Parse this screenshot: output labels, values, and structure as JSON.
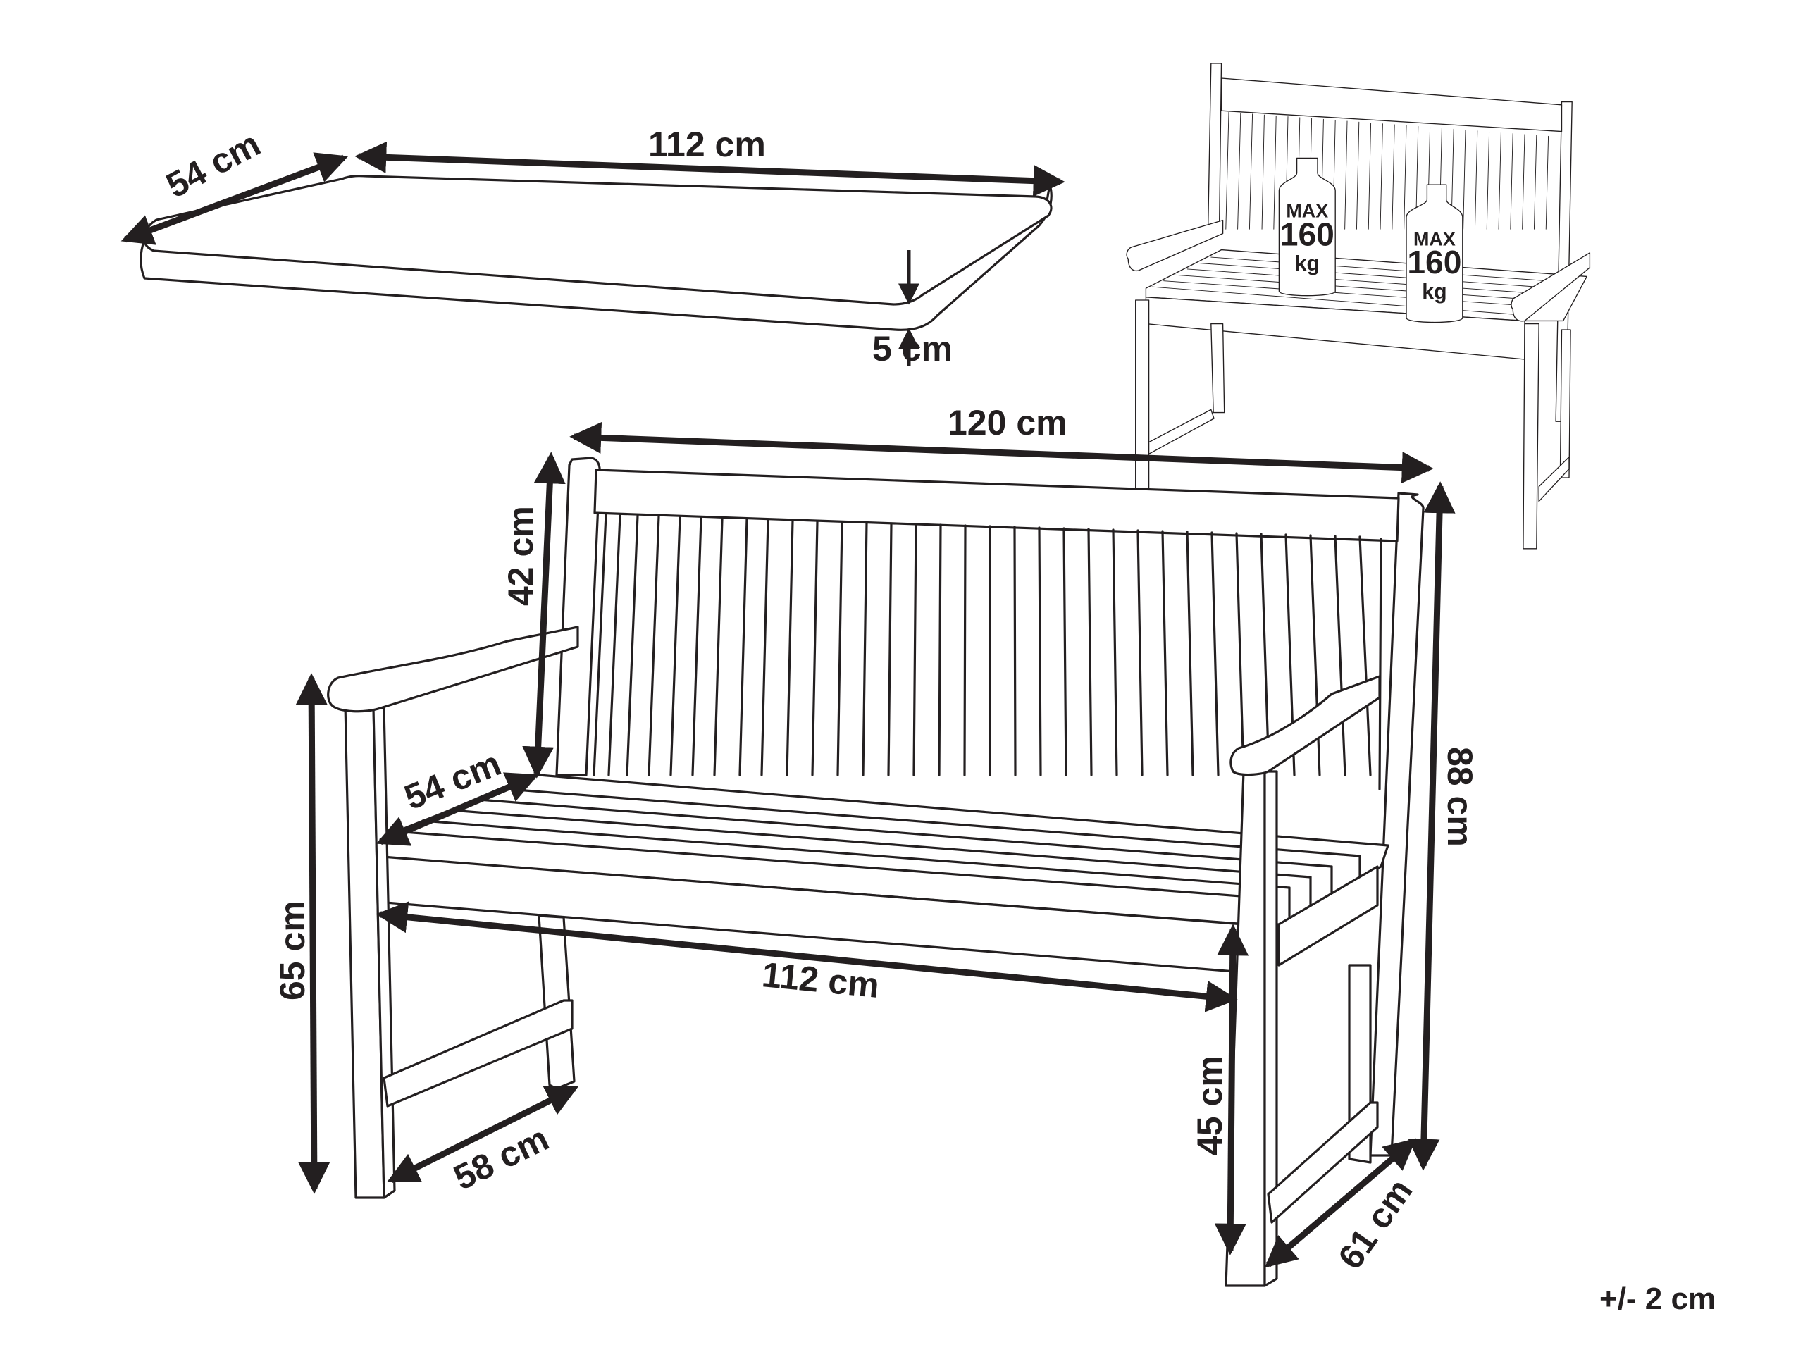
{
  "colors": {
    "ink": "#231f20",
    "background": "#ffffff"
  },
  "cushion": {
    "length_label": "112 cm",
    "depth_label": "54 cm",
    "thickness_label": "5 cm"
  },
  "thumbnail": {
    "weights": [
      {
        "max_label": "MAX",
        "value_label": "160",
        "unit_label": "kg"
      },
      {
        "max_label": "MAX",
        "value_label": "160",
        "unit_label": "kg"
      }
    ]
  },
  "bench": {
    "overall_width_label": "120 cm",
    "backrest_height_label": "42 cm",
    "seat_depth_label": "54 cm",
    "seat_width_label": "112 cm",
    "arm_height_label": "65 cm",
    "seat_height_label": "45 cm",
    "overall_height_label": "88 cm",
    "side_depth_label": "58 cm",
    "overall_depth_label": "61 cm"
  },
  "tolerance_label": "+/- 2 cm"
}
